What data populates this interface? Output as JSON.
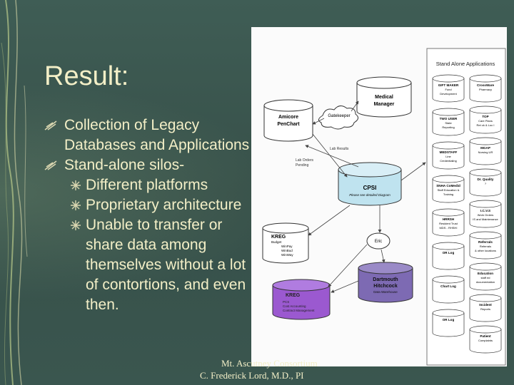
{
  "slide": {
    "title": "Result:",
    "bullets": [
      {
        "text": "Collection of Legacy Databases and Applications"
      },
      {
        "text": "Stand-alone silos-",
        "subs": [
          {
            "text": "Different platforms"
          },
          {
            "text": "Proprietary architecture"
          },
          {
            "text": "Unable to transfer or share data among themselves without a lot of contortions, and even then."
          }
        ]
      }
    ],
    "credit": {
      "line1": "Mt. Ascutney Consortium",
      "line2": "C. Frederick Lord, M.D., PI"
    }
  },
  "diagram": {
    "heading": "Stand Alone Applications",
    "nodes": {
      "medical_manager": [
        "Medical",
        "Manager"
      ],
      "amicore": [
        "Amicore",
        "PenChart"
      ],
      "gatekeeper": "Gatekeeper",
      "lab_results": "Lab Results",
      "lab_orders": [
        "Lab Orders",
        "Pending"
      ],
      "cpsi_title": "CPSI",
      "cpsi_note": "Please see detailed Diagram",
      "kreg_top_title": "KREG",
      "kreg_top_sub": "Budget",
      "kreg_top_items": [
        "WinPay",
        "WinBud",
        "WinWay"
      ],
      "eric": "Eric",
      "dartmouth": [
        "Dartmouth",
        "Hitchcock"
      ],
      "dartmouth_sub": "Data Warehouse",
      "kreg_bottom_title": "KREG",
      "kreg_bottom_items": [
        "PCS",
        "Cost Accounting",
        "Contract Management"
      ]
    },
    "apps_col1": [
      [
        "GIFT MAKER",
        "Fund",
        "Development"
      ],
      [
        "TWO USER",
        "State",
        "Reporting"
      ],
      [
        "MEDSTAFF",
        "Line",
        "Credentialing"
      ],
      [
        "SNHA CoMedid",
        "Staff Education &",
        "Training"
      ],
      [
        "HRRSH",
        "Resident Trust",
        "MDS - RHSHI"
      ],
      [
        "OR Log",
        "",
        ""
      ],
      [
        "Chart Log",
        "",
        ""
      ],
      [
        "OR Log",
        "",
        ""
      ]
    ],
    "apps_col2": [
      [
        "CrossWare",
        "Pharmacy",
        ""
      ],
      [
        "TOP",
        "Care Plans",
        "Ret ck & Loc I"
      ],
      [
        "MGAP",
        "Nursing UR",
        ""
      ],
      [
        "Dr. Quality",
        "?",
        ""
      ],
      [
        "I.C.V.S",
        "Work Orders",
        "IS and Maintenance"
      ],
      [
        "Referrals",
        "Referrals",
        "& other locations"
      ],
      [
        "Education",
        "staff ed",
        "documentation"
      ],
      [
        "Incident",
        "Reports",
        ""
      ],
      [
        "Patient",
        "Complaints",
        ""
      ]
    ]
  }
}
